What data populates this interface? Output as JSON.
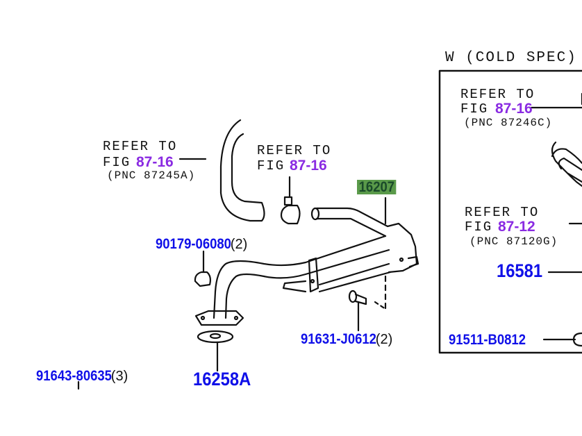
{
  "section_title": "W (COLD SPEC)",
  "refer_left": {
    "line1": "REFER TO",
    "fig_prefix": "FIG",
    "fig": "87-16",
    "pnc": "(PNC 87245A)"
  },
  "refer_middle": {
    "line1": "REFER TO",
    "fig_prefix": "FIG",
    "fig": "87-16"
  },
  "refer_right_top": {
    "line1": "REFER TO",
    "fig_prefix": "FIG",
    "fig": "87-16",
    "pnc": "(PNC 87246C)"
  },
  "refer_right_mid": {
    "line1": "REFER TO",
    "fig_prefix": "FIG",
    "fig": "87-12",
    "pnc": "(PNC 87120G)"
  },
  "parts": {
    "p16207": {
      "number": "16207"
    },
    "p90179": {
      "number": "90179-06080",
      "qty": "(2)"
    },
    "p91631": {
      "number": "91631-J0612",
      "qty": "(2)"
    },
    "p91643": {
      "number": "91643-80635",
      "qty": "(3)"
    },
    "p16258A": {
      "number": "16258A"
    },
    "p16581": {
      "number": "16581"
    },
    "p91511": {
      "number": "91511-B0812"
    }
  },
  "colors": {
    "part_link": "#1010e8",
    "fig_link": "#8a2be2",
    "highlight": "#5a9a4a"
  }
}
